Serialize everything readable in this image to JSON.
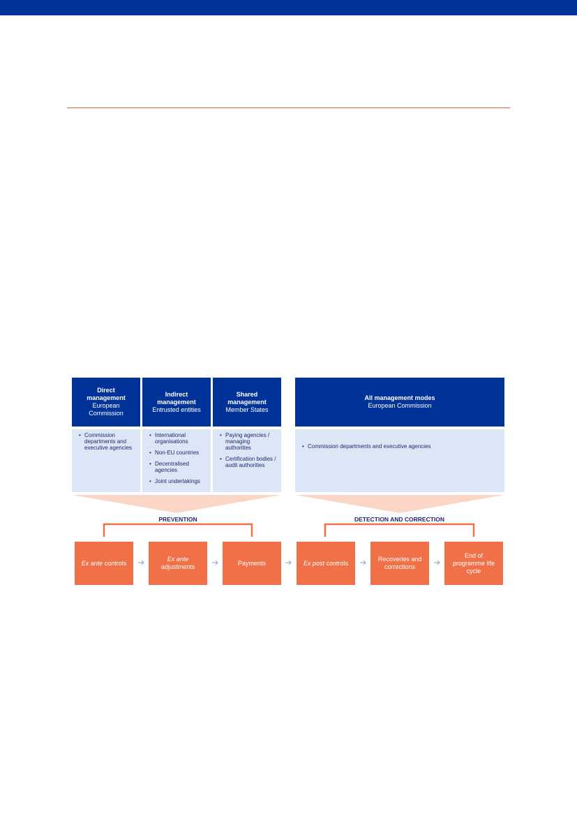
{
  "colors": {
    "navy": "#003399",
    "orange": "#f07148",
    "light_blue": "#dce6f7",
    "text_navy": "#1a2a6c",
    "funnel": "#fbd6c6",
    "arrow": "#8fb3e0"
  },
  "management": [
    {
      "title_l1": "Direct",
      "title_l2": "management",
      "subtitle": "European Commission",
      "items": [
        "Commission departments and executive agencies"
      ]
    },
    {
      "title_l1": "Indirect",
      "title_l2": "management",
      "subtitle": "Entrusted entities",
      "items": [
        "International organisations",
        "Non-EU countries",
        "Decentralised agencies",
        "Joint undertakings"
      ]
    },
    {
      "title_l1": "Shared",
      "title_l2": "management",
      "subtitle": "Member States",
      "items": [
        "Paying agencies / managing authorities",
        "Certification bodies / audit authorities"
      ]
    },
    {
      "title_l1": "All management modes",
      "title_l2": "",
      "subtitle": "European Commission",
      "items": [
        "Commission departments and executive agencies"
      ]
    }
  ],
  "phases": {
    "prevention": "PREVENTION",
    "detection": "DETECTION AND CORRECTION"
  },
  "steps": [
    {
      "italic": "Ex ante",
      "text": " controls"
    },
    {
      "italic": "Ex ante",
      "text": "adjustments"
    },
    {
      "italic": "",
      "text": "Payments"
    },
    {
      "italic": "Ex post",
      "text": " controls"
    },
    {
      "italic": "",
      "text": "Recoveries and corrections"
    },
    {
      "italic": "",
      "text": "End of programme life cycle"
    }
  ]
}
